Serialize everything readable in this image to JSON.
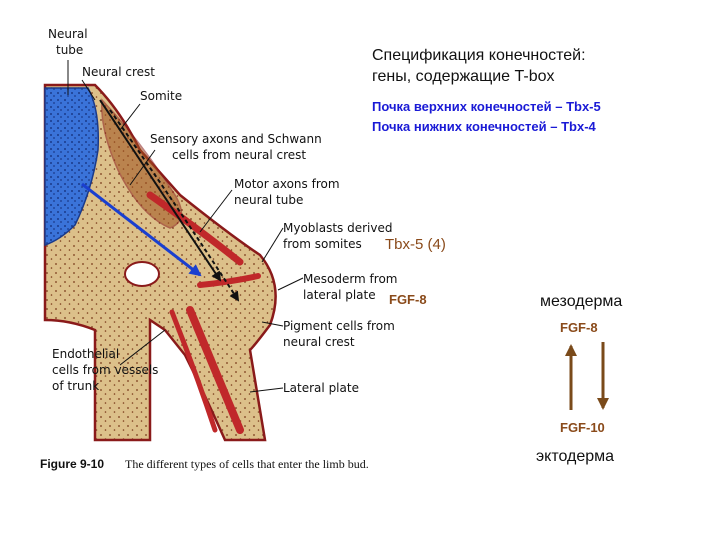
{
  "diagram_labels": {
    "neural_tube_1": "Neural",
    "neural_tube_2": "tube",
    "neural_crest": "Neural crest",
    "somite": "Somite",
    "sensory_1": "Sensory axons and Schwann",
    "sensory_2": "cells from neural crest",
    "motor_1": "Motor axons from",
    "motor_2": "neural tube",
    "myoblasts_1": "Myoblasts derived",
    "myoblasts_2": "from somites",
    "mesoderm_1": "Mesoderm from",
    "mesoderm_2": "lateral plate",
    "pigment_1": "Pigment cells from",
    "pigment_2": "neural crest",
    "endothelial_1": "Endothelial",
    "endothelial_2": "cells from vessels",
    "endothelial_3": "of trunk",
    "lateral_plate": "Lateral plate"
  },
  "caption": {
    "figure": "Figure 9-10",
    "text": "The different types of cells that enter the limb bud."
  },
  "annotations": {
    "title_line1": "Спецификация конечностей:",
    "title_line2": "гены, содержащие T-box",
    "upper_limb": "Почка верхних конечностей – Tbx-5",
    "lower_limb": "Почка нижних конечностей – Tbx-4",
    "tbx5": "Tbx-5 (4)",
    "fgf8_left": "FGF-8",
    "mesoderm": "мезодерма",
    "fgf8_right": "FGF-8",
    "fgf10": "FGF-10",
    "ectoderm": "эктодерма"
  },
  "colors": {
    "tissue": "#dcc08a",
    "outline": "#8a1a1a",
    "neural_tube": "#3a73d9",
    "muscle_red": "#c0282a",
    "arrow_blue": "#1a3fcf",
    "brown": "#8a4a1a",
    "blue_text": "#1a1ad6"
  }
}
